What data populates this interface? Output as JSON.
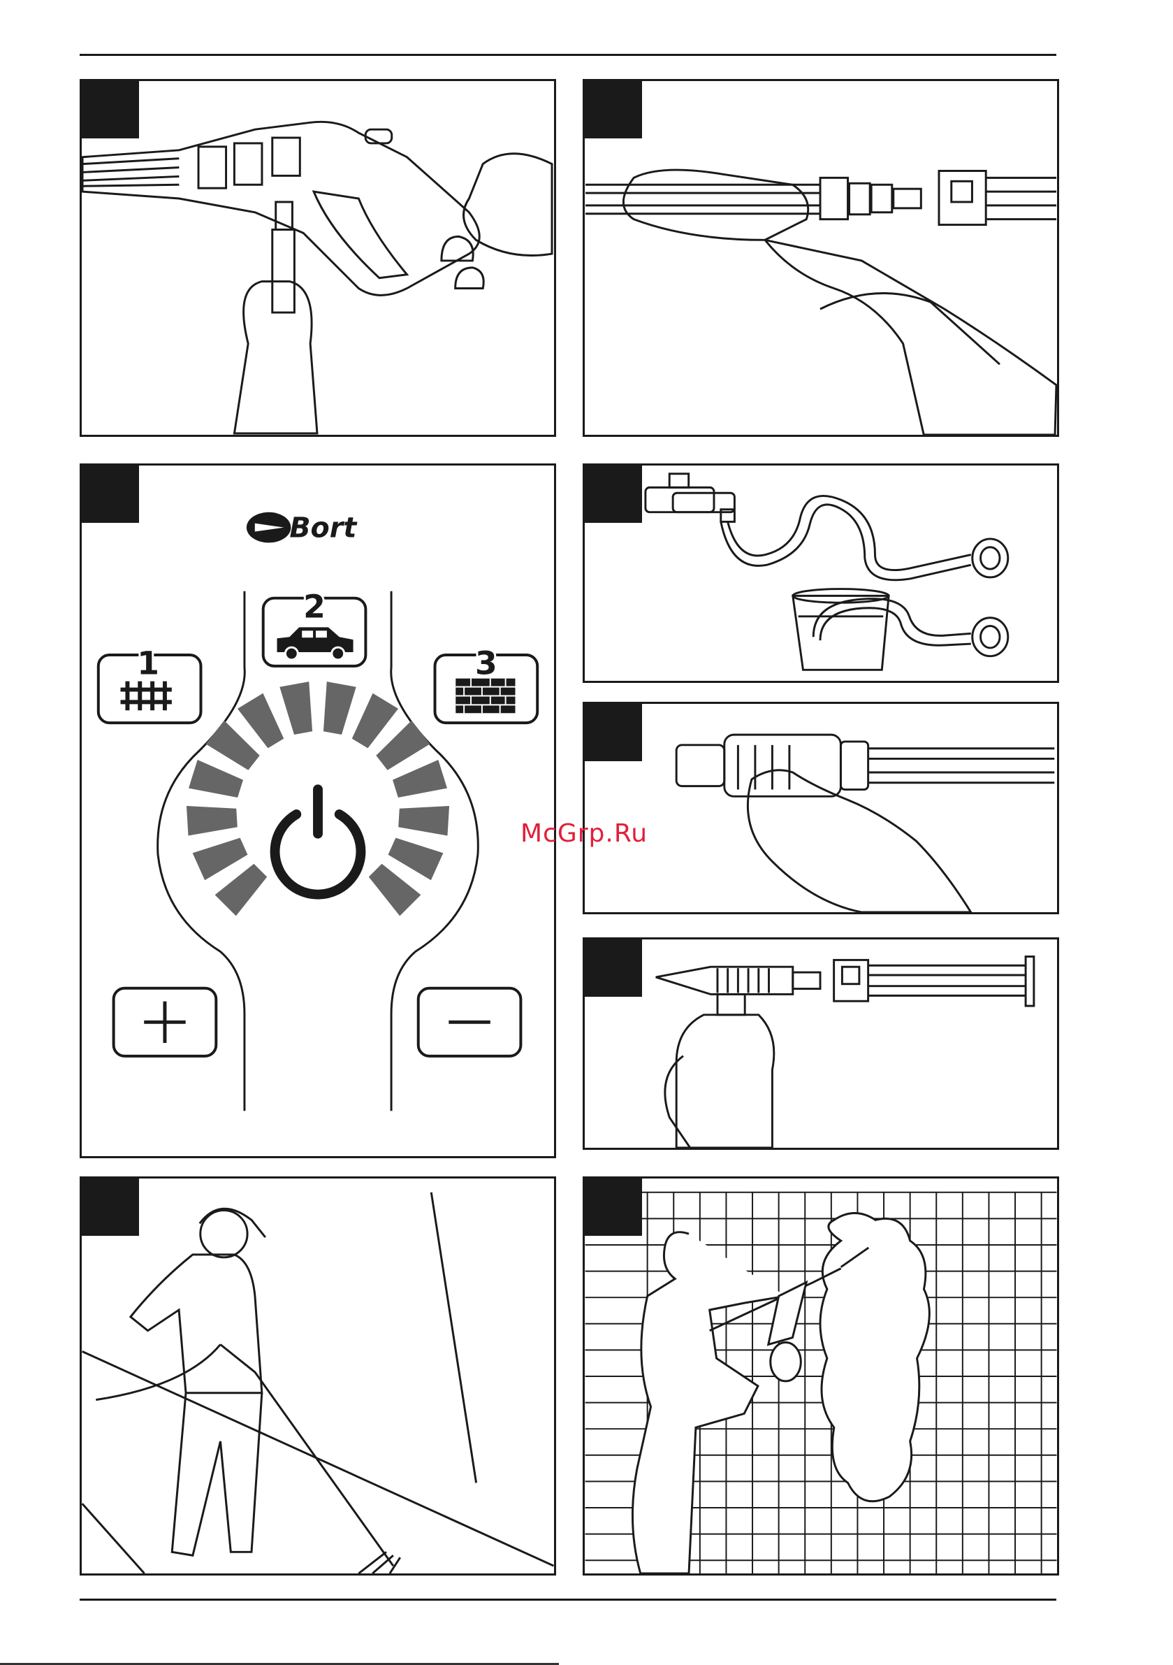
{
  "brand": {
    "logo_text": "Bort"
  },
  "control_panel": {
    "modes": [
      {
        "number": "1",
        "icon": "fence-icon"
      },
      {
        "number": "2",
        "icon": "car-icon"
      },
      {
        "number": "3",
        "icon": "brick-wall-icon"
      }
    ],
    "power_icon": "power-icon",
    "plus_icon": "plus-icon",
    "minus_icon": "minus-icon"
  },
  "watermark": {
    "text": "McGrp.Ru",
    "color": "#e0203a"
  },
  "colors": {
    "ink": "#1a1a1a",
    "segment": "#666666",
    "paper": "#ffffff"
  }
}
